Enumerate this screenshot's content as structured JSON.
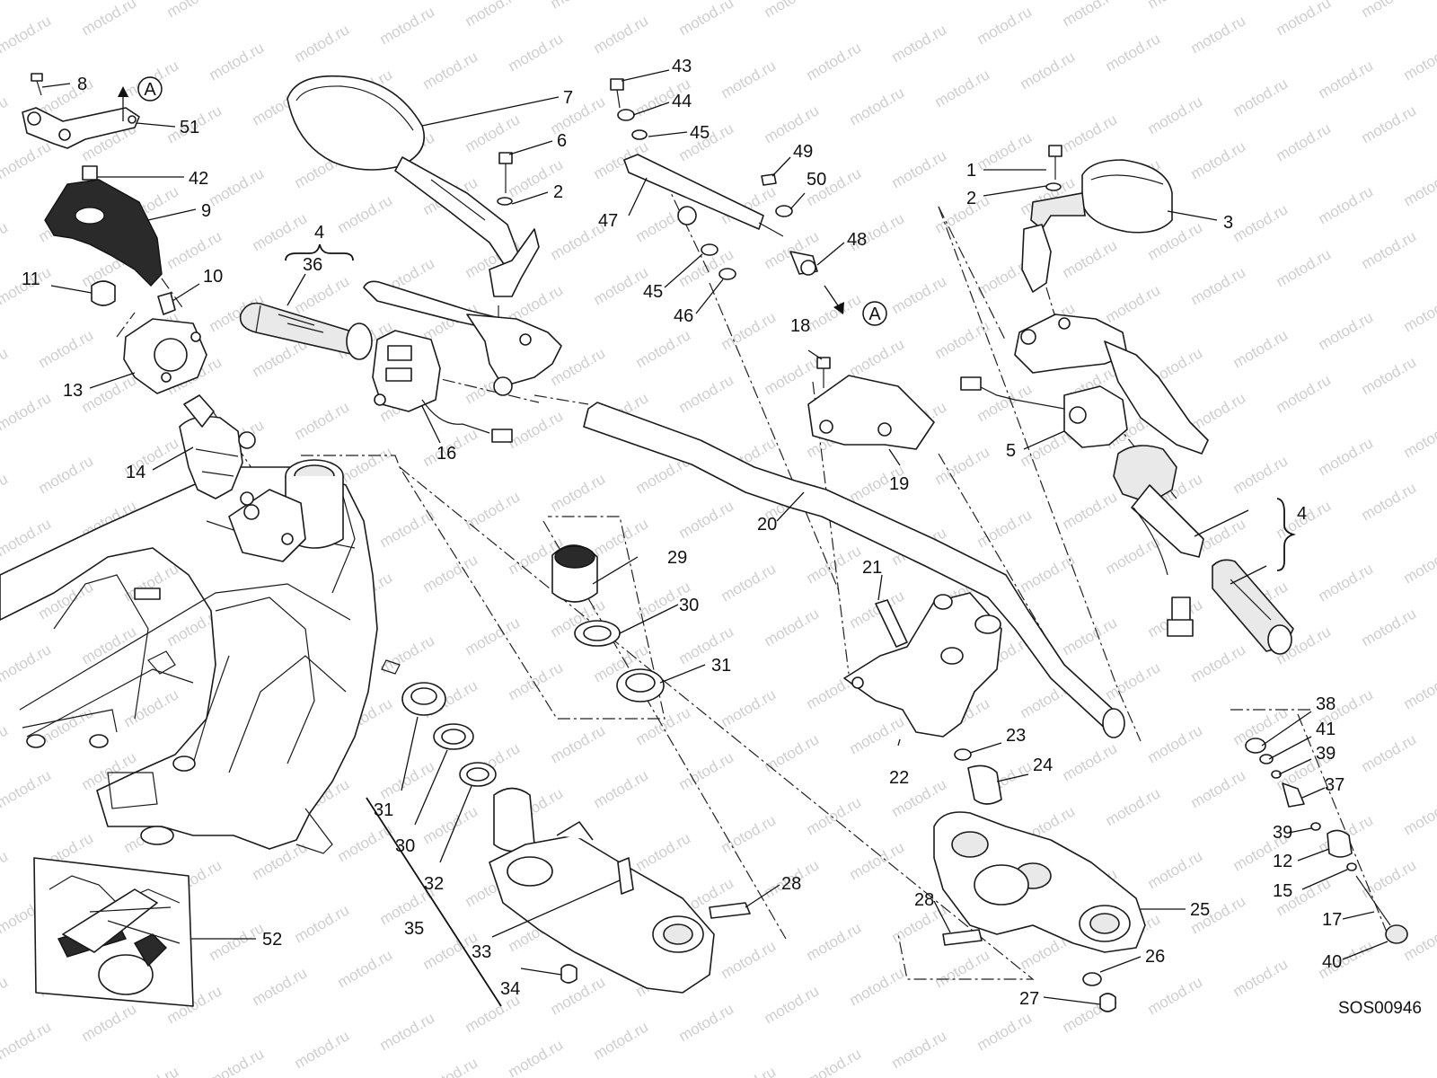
{
  "diagram": {
    "watermark_text": "motod.ru",
    "drawing_code": "SOS00946",
    "ref_marker": "A",
    "callouts": [
      {
        "id": "c1",
        "label": "1"
      },
      {
        "id": "c2a",
        "label": "2"
      },
      {
        "id": "c2b",
        "label": "2"
      },
      {
        "id": "c3",
        "label": "3"
      },
      {
        "id": "c4a",
        "label": "4"
      },
      {
        "id": "c4b",
        "label": "4"
      },
      {
        "id": "c5",
        "label": "5"
      },
      {
        "id": "c6",
        "label": "6"
      },
      {
        "id": "c7",
        "label": "7"
      },
      {
        "id": "c8",
        "label": "8"
      },
      {
        "id": "c9",
        "label": "9"
      },
      {
        "id": "c10",
        "label": "10"
      },
      {
        "id": "c11",
        "label": "11"
      },
      {
        "id": "c12",
        "label": "12"
      },
      {
        "id": "c13",
        "label": "13"
      },
      {
        "id": "c14",
        "label": "14"
      },
      {
        "id": "c15",
        "label": "15"
      },
      {
        "id": "c16",
        "label": "16"
      },
      {
        "id": "c17",
        "label": "17"
      },
      {
        "id": "c18",
        "label": "18"
      },
      {
        "id": "c19",
        "label": "19"
      },
      {
        "id": "c20",
        "label": "20"
      },
      {
        "id": "c21",
        "label": "21"
      },
      {
        "id": "c22",
        "label": "22"
      },
      {
        "id": "c23",
        "label": "23"
      },
      {
        "id": "c24",
        "label": "24"
      },
      {
        "id": "c25",
        "label": "25"
      },
      {
        "id": "c26",
        "label": "26"
      },
      {
        "id": "c27",
        "label": "27"
      },
      {
        "id": "c28a",
        "label": "28"
      },
      {
        "id": "c28b",
        "label": "28"
      },
      {
        "id": "c29",
        "label": "29"
      },
      {
        "id": "c30a",
        "label": "30"
      },
      {
        "id": "c30b",
        "label": "30"
      },
      {
        "id": "c31a",
        "label": "31"
      },
      {
        "id": "c31b",
        "label": "31"
      },
      {
        "id": "c32",
        "label": "32"
      },
      {
        "id": "c33",
        "label": "33"
      },
      {
        "id": "c34",
        "label": "34"
      },
      {
        "id": "c35",
        "label": "35"
      },
      {
        "id": "c36",
        "label": "36"
      },
      {
        "id": "c37",
        "label": "37"
      },
      {
        "id": "c38",
        "label": "38"
      },
      {
        "id": "c39a",
        "label": "39"
      },
      {
        "id": "c39b",
        "label": "39"
      },
      {
        "id": "c40",
        "label": "40"
      },
      {
        "id": "c41",
        "label": "41"
      },
      {
        "id": "c42",
        "label": "42"
      },
      {
        "id": "c43",
        "label": "43"
      },
      {
        "id": "c44",
        "label": "44"
      },
      {
        "id": "c45a",
        "label": "45"
      },
      {
        "id": "c45b",
        "label": "45"
      },
      {
        "id": "c46",
        "label": "46"
      },
      {
        "id": "c47",
        "label": "47"
      },
      {
        "id": "c48",
        "label": "48"
      },
      {
        "id": "c49",
        "label": "49"
      },
      {
        "id": "c50",
        "label": "50"
      },
      {
        "id": "c51",
        "label": "51"
      },
      {
        "id": "c52",
        "label": "52"
      }
    ]
  }
}
